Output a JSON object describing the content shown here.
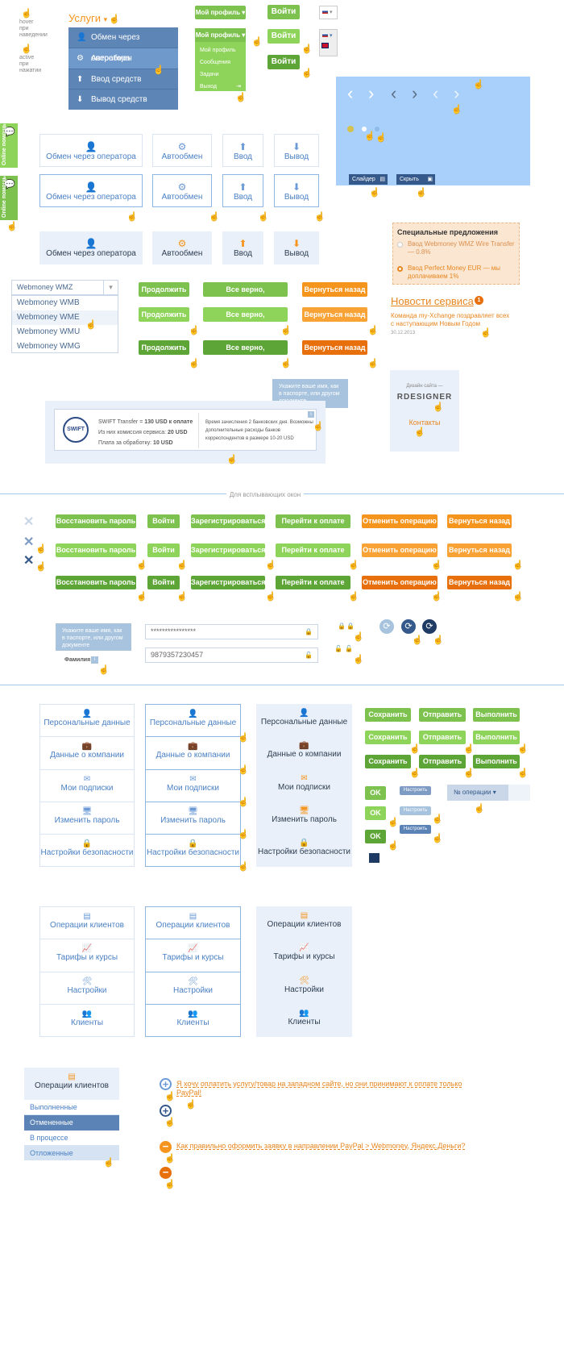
{
  "legend": {
    "hover": "hover\nпри\nнаведении",
    "active": "active\nпри\nнажатии"
  },
  "services": {
    "label": "Услуги",
    "items": [
      "Обмен через оператора",
      "Автообмен",
      "Ввод средств",
      "Вывод средств"
    ]
  },
  "profile": {
    "label": "Мой профиль",
    "items": [
      "Мой профиль",
      "Сообщения",
      "Задачи",
      "Выход"
    ]
  },
  "login_label": "Войти",
  "online_help": "Online помощь",
  "cards_top": [
    "Обмен через оператора",
    "Автообмен",
    "Ввод",
    "Вывод"
  ],
  "slider": {
    "slider_label": "Слайдер",
    "hide_label": "Скрыть"
  },
  "special": {
    "title": "Специальные предложения",
    "items": [
      "Ввод Webmoney WMZ Wire Transfer — 0.8%",
      "Ввод Perfect Money EUR — мы доплачиваем 1%"
    ]
  },
  "news": {
    "title": "Новости сервиса",
    "badge": "1",
    "text": "Команда my-Xchange поздравляет всех с наступающим Новым Годом",
    "date": "30.12.2013"
  },
  "select": {
    "value": "Webmoney WMZ",
    "options": [
      "Webmoney WMB",
      "Webmoney WME",
      "Webmoney WMU",
      "Webmoney WMG"
    ]
  },
  "buttons1": {
    "continue": "Продолжить",
    "confirm": "Все верно, продолжить",
    "back": "Вернуться назад"
  },
  "designer": {
    "label": "Дизайн сайта —",
    "brand": "RDESIGNER",
    "contacts": "Контакты"
  },
  "tooltip": "Укажите ваше имя, как в паспорте, или другом документе",
  "swift": {
    "logo": "SWIFT",
    "line1_prefix": "SWIFT Transfer = ",
    "line1_value": "130 USD к оплате",
    "line2_prefix": "Из них комиссия сервиса: ",
    "line2_value": "20 USD",
    "line3_prefix": "Плата за обработку: ",
    "line3_value": "10 USD",
    "note": "Время зачисления 2 банковских дня. Возможны дополнительные расходы банков корреспондентов в размере 10-20 USD"
  },
  "popup_section_title": "Для всплывающих окон",
  "buttons2": [
    "Восстановить пароль",
    "Войти",
    "Зарегистрироваться",
    "Перейти к оплате",
    "Отменить операцию",
    "Вернуться назад"
  ],
  "fields": {
    "password": "****************",
    "number": "9879357230457",
    "surname": "Фамилия",
    "info": "i"
  },
  "menu1": [
    "Персональные данные",
    "Данные о компании",
    "Мои подписки",
    "Изменить пароль",
    "Настройки безопасности"
  ],
  "buttons3": {
    "save": "Сохранить",
    "send": "Отправить",
    "execute": "Выполнить"
  },
  "ok_label": "OK",
  "setup_label": "Настроить",
  "ops_select": "№ операции",
  "menu2": [
    "Операции клиентов",
    "Тарифы и курсы",
    "Настройки",
    "Клиенты"
  ],
  "ops_menu": {
    "title": "Операции клиентов",
    "items": [
      "Выполненные",
      "Отмененные",
      "В процессе",
      "Отложенные"
    ]
  },
  "faq": [
    "Я хочу оплатить услугу/товар на западном сайте, но они принимают к оплате только PayPal!",
    "Как правильно оформить заявку в направлении PayPal > Webmoney, Яндекс.Деньги?"
  ],
  "colors": {
    "green": "#7dc24f",
    "green_dark": "#5ea537",
    "orange": "#f6951e",
    "blue": "#4a80c4",
    "navy": "#5c83b5"
  }
}
